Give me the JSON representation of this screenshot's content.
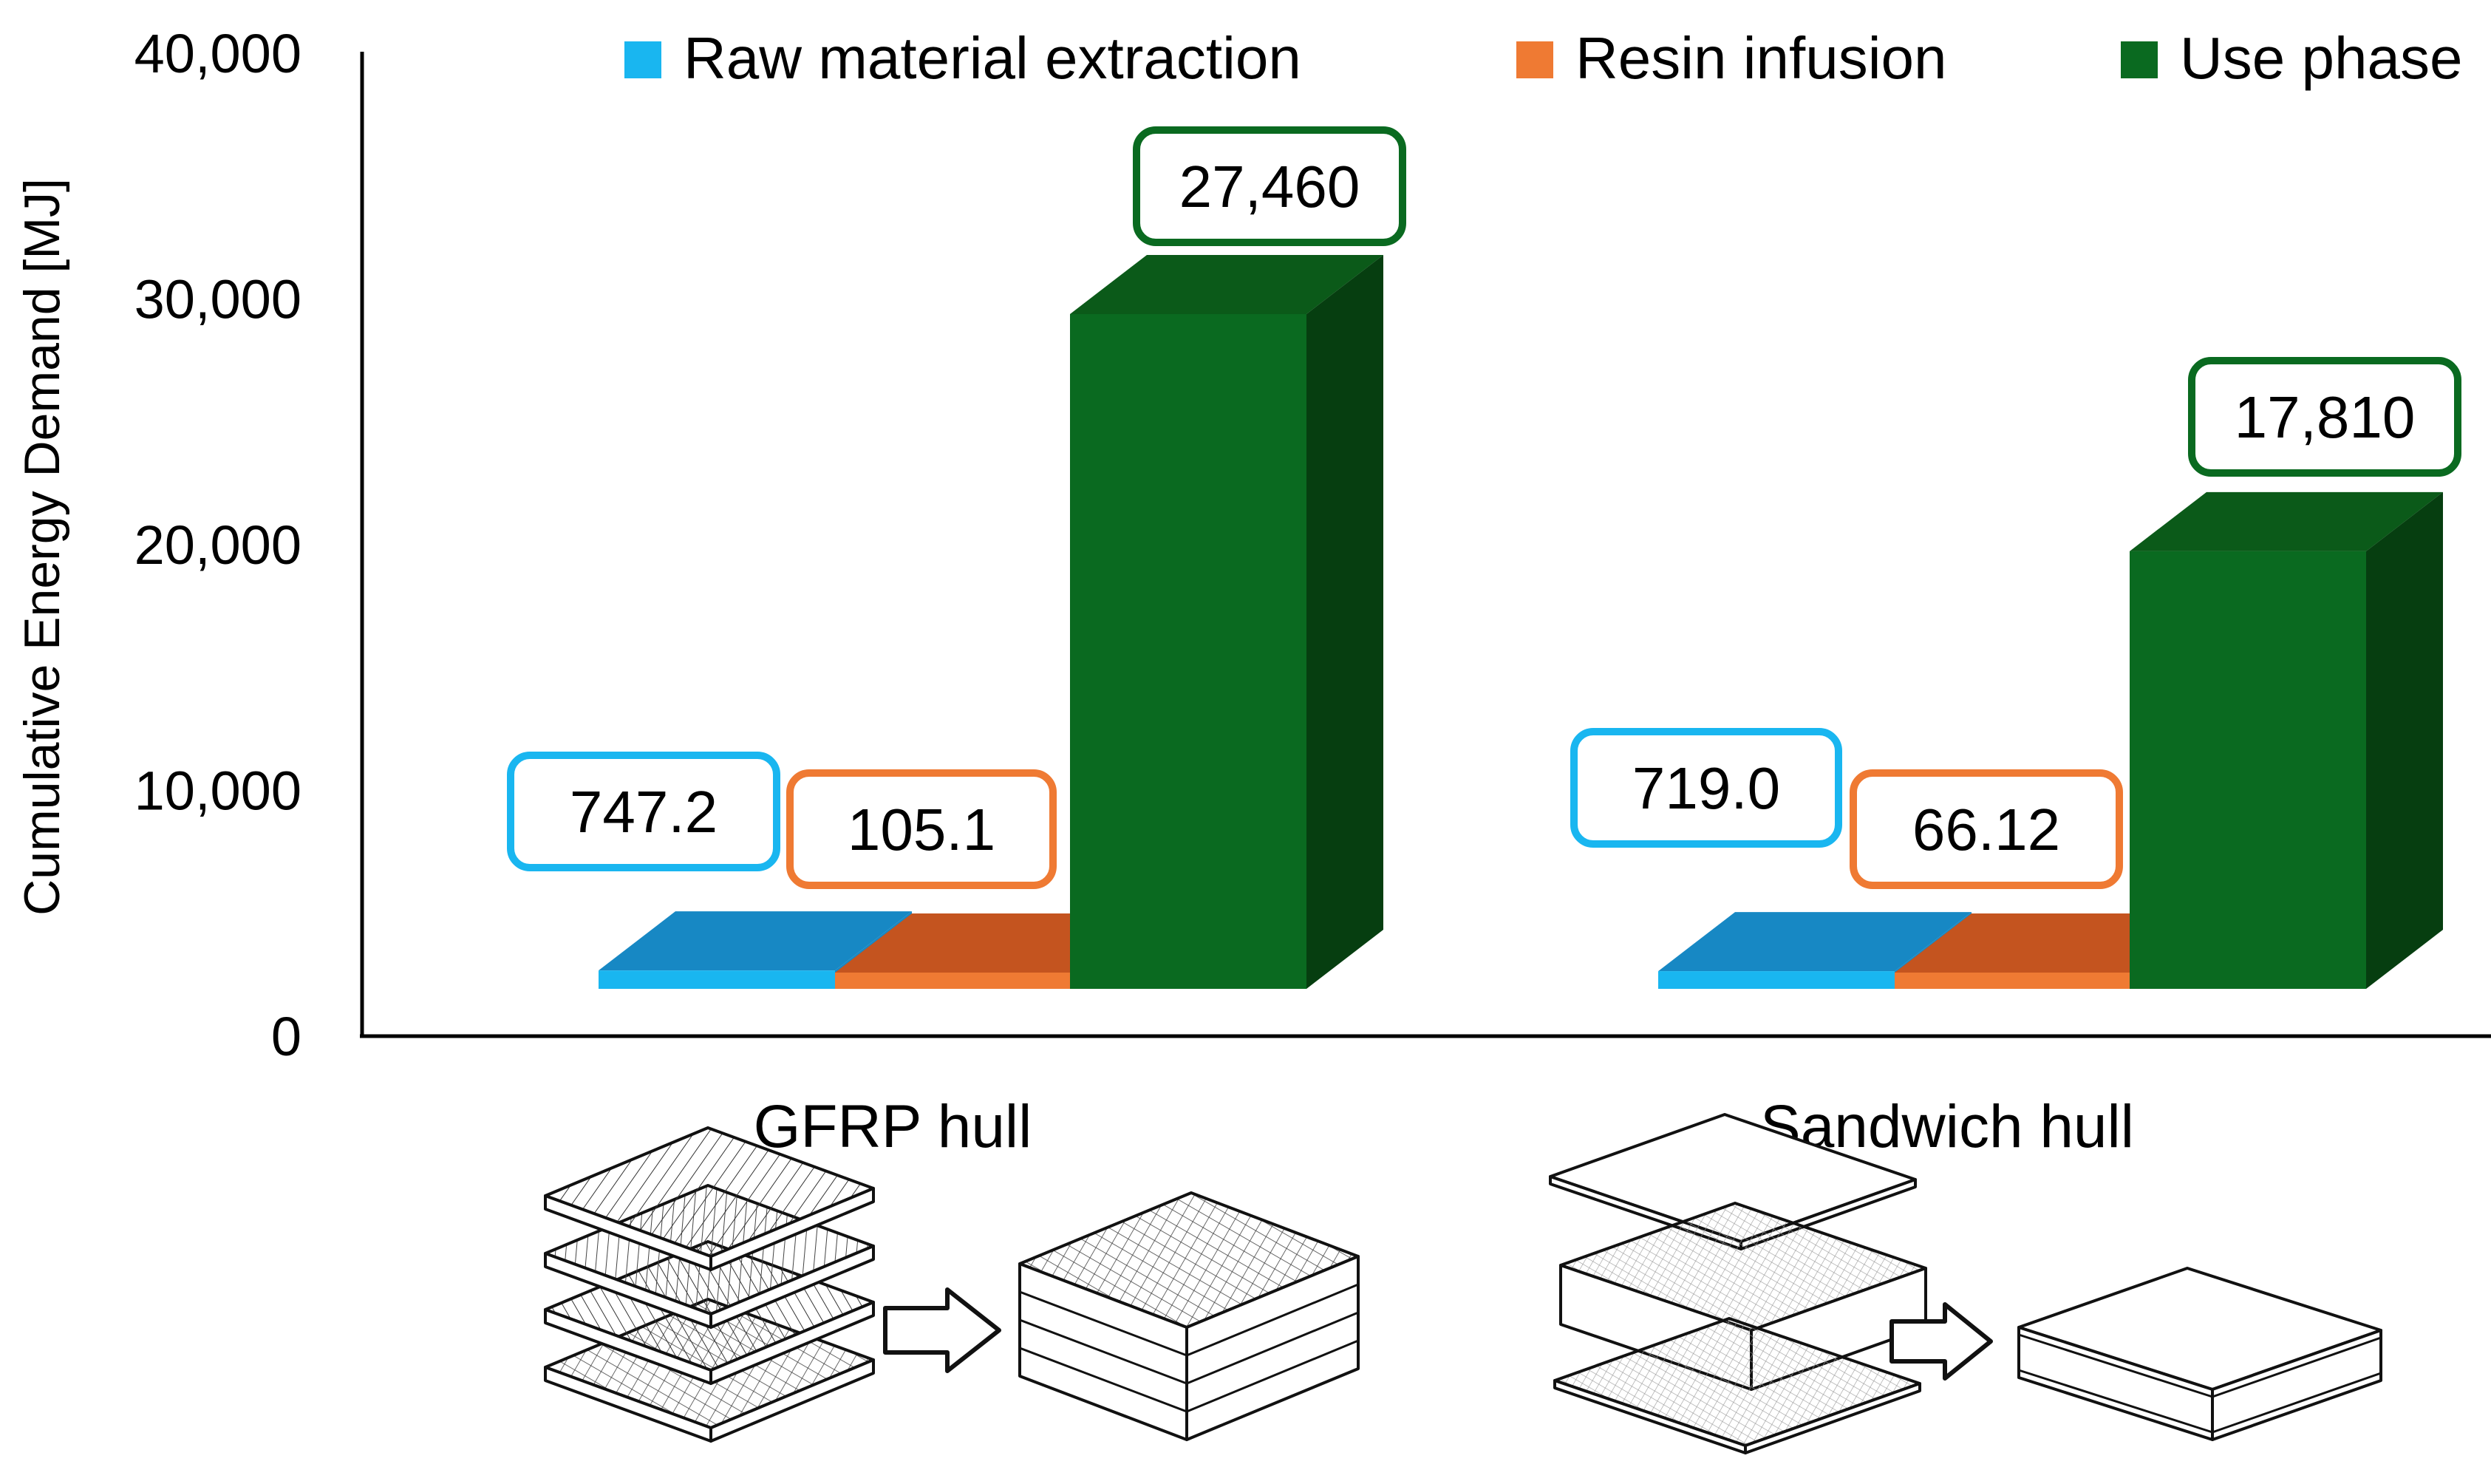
{
  "chart_data": {
    "type": "bar",
    "title": "",
    "xlabel": "",
    "ylabel": "Cumulative Energy Demand [MJ]",
    "ylim": [
      0,
      40000
    ],
    "yticks": [
      "0",
      "10,000",
      "20,000",
      "30,000",
      "40,000"
    ],
    "grid": false,
    "legend_position": "top",
    "categories": [
      "GFRP hull",
      "Sandwich hull"
    ],
    "series": [
      {
        "name": "Raw material extraction",
        "values": [
          747.2,
          719.0
        ],
        "labels": [
          "747.2",
          "719.0"
        ]
      },
      {
        "name": "Resin infusion",
        "values": [
          105.1,
          66.12
        ],
        "labels": [
          "105.1",
          "66.12"
        ]
      },
      {
        "name": "Use phase",
        "values": [
          27460,
          17810
        ],
        "labels": [
          "27,460",
          "17,810"
        ]
      }
    ]
  },
  "colors": {
    "raw_front": "#19b6f0",
    "raw_top": "#1788c4",
    "resin_front": "#ef7a33",
    "resin_top": "#c4541f",
    "use_front": "#0a6a20",
    "use_top": "#0b5a19",
    "use_side": "#063e10",
    "axis": "#000000"
  },
  "illustrations": [
    "gfrp-laminate-stack-diagram",
    "sandwich-panel-stack-diagram"
  ]
}
